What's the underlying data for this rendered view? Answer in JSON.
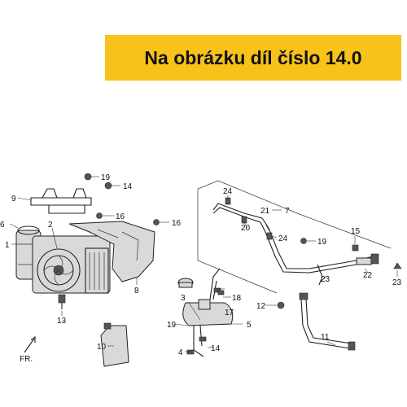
{
  "banner": {
    "text": "Na obrázku díl číslo 14.0",
    "color": "#f7c31a"
  },
  "callouts": [
    "1",
    "2",
    "3",
    "4",
    "5",
    "6",
    "7",
    "8",
    "9",
    "10",
    "11",
    "12",
    "13",
    "14",
    "14",
    "15",
    "16",
    "16",
    "17",
    "18",
    "19",
    "19",
    "19",
    "20",
    "21",
    "22",
    "23",
    "23",
    "24",
    "24"
  ],
  "direction_label": "FR."
}
